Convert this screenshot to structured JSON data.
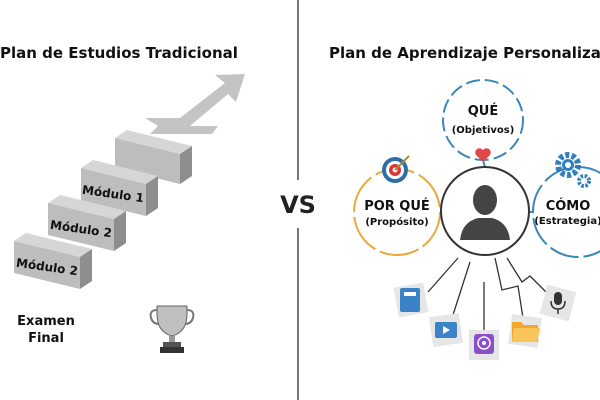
{
  "left": {
    "title": "Plan de Estudios Tradicional",
    "steps": [
      "Módulo 1",
      "Módulo 2",
      "Módulo 2"
    ],
    "final_label_line1": "Examen",
    "final_label_line2": "Final",
    "icons": [
      "arrow-up-right-icon",
      "trophy-icon"
    ]
  },
  "divider_label": "VS",
  "right": {
    "title": "Plan de Aprendizaje Personalizado",
    "nodes": {
      "que": {
        "title": "QUÉ",
        "subtitle": "(Objetivos)",
        "icon": "heart-icon",
        "color": "#3a87b8"
      },
      "por_que": {
        "title": "POR QUÉ",
        "subtitle": "(Propósito)",
        "icon": "target-icon",
        "color": "#e9a93a"
      },
      "como": {
        "title": "CÓMO",
        "subtitle": "(Estrategia)",
        "icon": "gears-icon",
        "color": "#3a87b8"
      }
    },
    "center_icon": "person-icon",
    "resources": [
      "book-icon",
      "video-icon",
      "podcast-icon",
      "folder-icon",
      "microphone-icon"
    ]
  }
}
